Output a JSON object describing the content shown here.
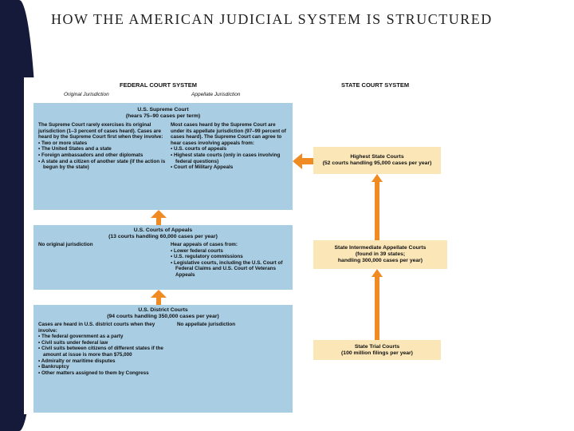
{
  "slide": {
    "title": "HOW THE AMERICAN JUDICIAL SYSTEM IS STRUCTURED"
  },
  "federal": {
    "header": "FEDERAL COURT SYSTEM",
    "original_label": "Original Jurisdiction",
    "appellate_label": "Appellate Jurisdiction",
    "supreme": {
      "title_1": "U.S. Supreme Court",
      "title_2": "(hears 75–90 cases per term)",
      "left_text": "The Supreme Court rarely exercises its original jurisdiction (1–3 percent of cases heard). Cases are heard by the Supreme Court first when they involve:",
      "left_items": [
        "Two or more states",
        "The United States and a state",
        "Foreign ambassadors and other diplomats",
        "A state and a citizen of another state (if the action is begun by the state)"
      ],
      "right_text": "Most cases heard by the Supreme Court are under its appellate jurisdiction (97–99 percent of cases heard). The Supreme Court can agree to hear cases involving appeals from:",
      "right_items": [
        "U.S. courts of appeals",
        "Highest state courts (only in cases involving federal questions)",
        "Court of Military Appeals"
      ]
    },
    "appeals": {
      "title_1": "U.S. Courts of Appeals",
      "title_2": "(13 courts handling 60,000 cases per year)",
      "left_text": "No original jurisdiction",
      "right_text": "Hear appeals of cases from:",
      "right_items": [
        "Lower federal courts",
        "U.S. regulatory commissions",
        "Legislative courts, including the U.S. Court of Federal Claims and U.S. Court of Veterans Appeals"
      ]
    },
    "district": {
      "title_1": "U.S. District Courts",
      "title_2": "(94 courts handling 350,000 cases per year)",
      "left_text": "Cases are heard in U.S. district courts when they involve:",
      "left_items": [
        "The federal government as a party",
        "Civil suits under federal law",
        "Civil suits between citizens of different states if the amount at issue is more than $75,000",
        "Admiralty or maritime disputes",
        "Bankruptcy",
        "Other matters assigned to them by Congress"
      ],
      "right_text": "No appellate jurisdiction"
    }
  },
  "state": {
    "header": "STATE COURT SYSTEM",
    "highest": {
      "line_1": "Highest State Courts",
      "line_2": "(52 courts handling 95,000 cases per year)"
    },
    "intermediate": {
      "line_1": "State Intermediate Appellate Courts",
      "line_2": "(found in 39 states;",
      "line_3": "handling 300,000 cases per year)"
    },
    "trial": {
      "line_1": "State Trial Courts",
      "line_2": "(100 million filings per year)"
    }
  },
  "colors": {
    "federal_box": "#a9cde3",
    "state_box": "#fbe6b8",
    "arrow": "#f08a22",
    "band": "#15193a"
  }
}
